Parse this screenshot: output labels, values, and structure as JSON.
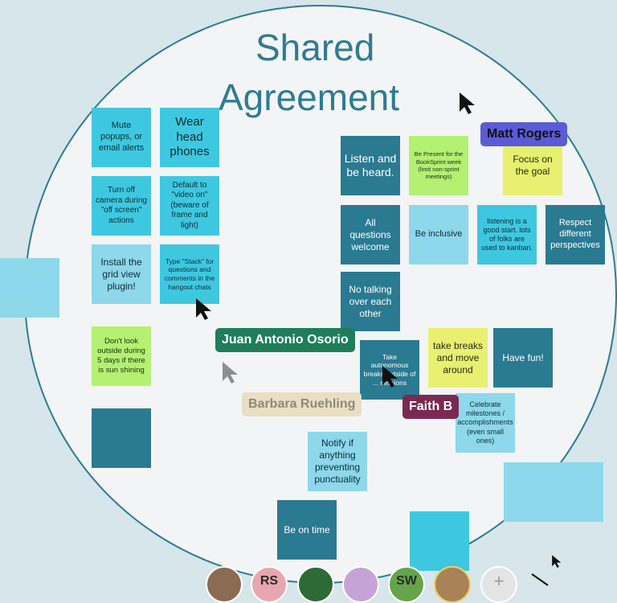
{
  "board": {
    "title_line1": "Shared",
    "title_line2": "Agreement"
  },
  "notes": {
    "mute": "Mute popups, or email alerts",
    "headphones": "Wear head phones",
    "camera": "Turn off camera during \"off screen\" actions",
    "video": "Default to \"video on\" (beware of frame and light)",
    "gridview": "Install the grid view plugin!",
    "stack": "Type \"Stack\" for questions and comments in the hangout chats",
    "outside": "Don't look outside during 5 days if there is sun shining",
    "listen": "Listen and be heard.",
    "present": "Be Present for the BookSprint week (limit non-sprint meetings)",
    "focus": "Focus on the goal",
    "questions": "All questions welcome",
    "inclusive": "Be inclusive",
    "kanban": "listening is a good start. lots of folks are used to kanban.",
    "respect": "Respect different perspectives",
    "notalking": "No talking over each other",
    "autonomous": "Take autonomous breaks outside of ... sessions",
    "breaks": "take breaks and move around",
    "fun": "Have fun!",
    "celebrate": "Celebrate milestones / accomplishments (even small ones)",
    "notify": "Notify if anything preventing punctuality",
    "ontime": "Be on time"
  },
  "collaborators": {
    "matt": "Matt Rogers",
    "juan": "Juan Antonio Osorio",
    "barbara": "Barbara Ruehling",
    "faith": "Faith B"
  },
  "avatars": {
    "a2": "RS",
    "a5": "SW"
  },
  "colors": {
    "accent": "#2f7b92",
    "matt": "#5b5bd6",
    "juan": "#1f7d5c",
    "barbara": "#e8dfc4",
    "faith": "#7a2a52"
  }
}
